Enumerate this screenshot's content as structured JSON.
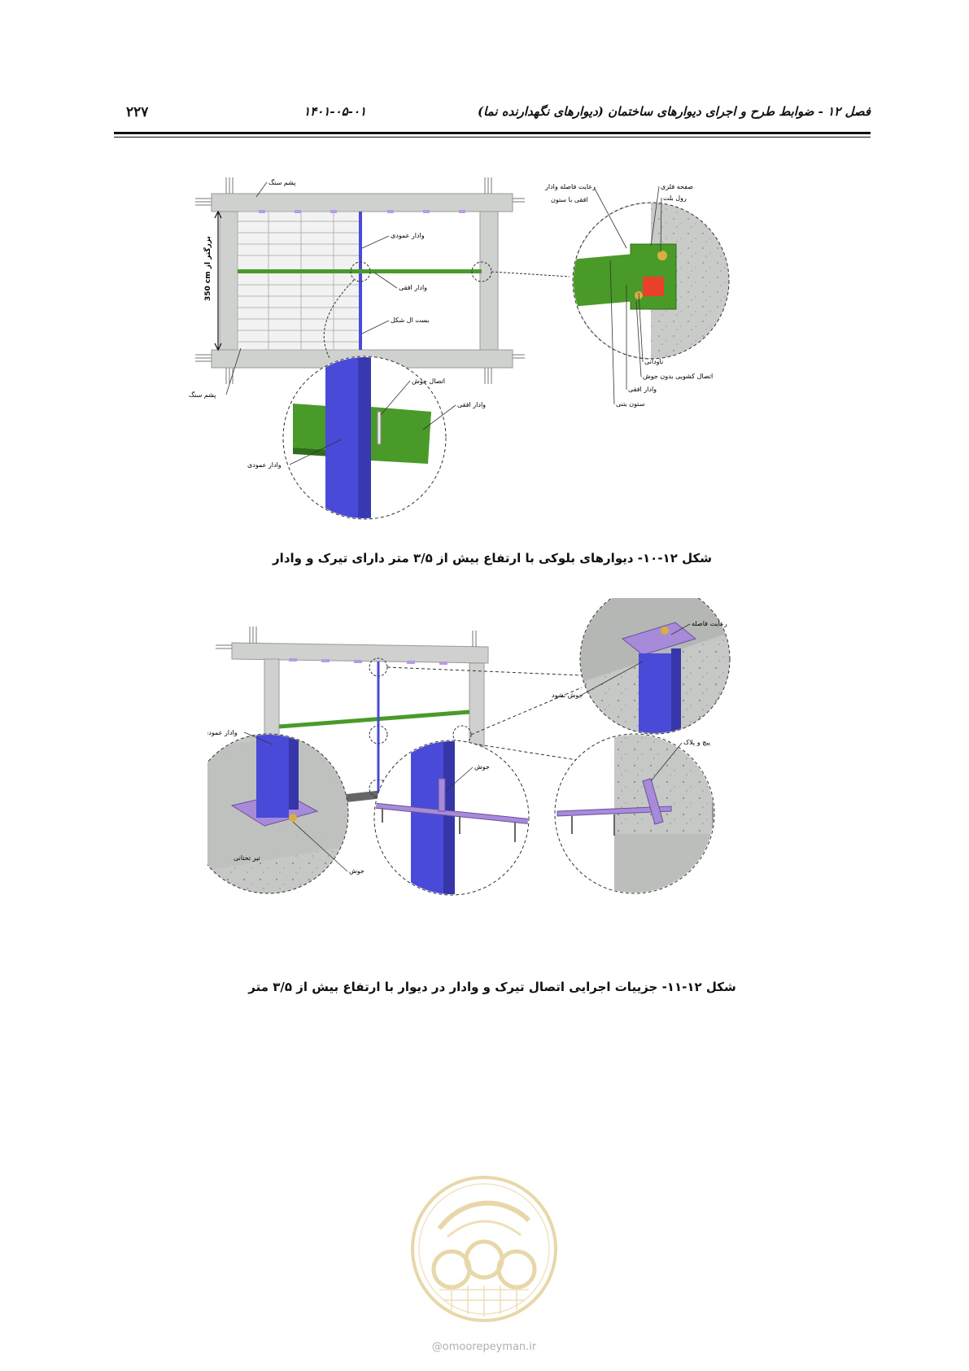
{
  "header": {
    "chapter_title": "فصل ۱۲ - ضوابط طرح و اجرای دیوارهای ساختمان (دیوارهای نگهدارنده نما)",
    "date": "۱۴۰۱-۰۵-۰۱",
    "page_number": "۲۲۷"
  },
  "figure1": {
    "caption": "شکل ۱۲-۱۰- دیوارهای بلوکی با ارتفاع بیش از ۳/۵ متر دارای تیرک و وادار",
    "labels": {
      "stone_wool_top": "پشم سنگ",
      "stone_wool_bottom": "پشم سنگ",
      "height_dim": "350 cm بزرگتر از",
      "vertical_stud": "وادار عمودی",
      "horizontal_stud": "وادار افقی",
      "l_bracket": "بست ال شکل",
      "weld_joint": "اتصال جوش",
      "horizontal_stud_detail": "وادار افقی",
      "vertical_stud_detail": "وادار عمودی",
      "spacing_note_1": "رعایت فاصله وادار",
      "spacing_note_2": "افقی با ستون",
      "metal_plate": "صفحه فلزی",
      "rawl_bolt": "رول بلت",
      "channel": "ناودانی",
      "slip_joint": "اتصال کشویی بدون جوش",
      "horizontal_stud_right": "وادار افقی",
      "concrete_column": "ستون بتنی"
    }
  },
  "figure2": {
    "caption": "شکل ۱۲-۱۱- جزییات اجرایی اتصال تیرک و وادار در دیوار با ارتفاع بیش از ۳/۵ متر",
    "labels": {
      "spacing": "رعایت فاصله",
      "no_weld": "جوش نشود",
      "vertical_stud": "وادار عمودی",
      "weld_mid": "جوش",
      "screw_plug": "پیچ و پلاک",
      "lower_beam": "تیر تحتانی",
      "weld_bottom": "جوش"
    }
  },
  "watermark": {
    "url": "@omoorepeyman.ir"
  },
  "colors": {
    "concrete": "#c9cbc8",
    "green_stud": "#4a9a2a",
    "blue_stud": "#4a4ad8",
    "purple_plate": "#a78ad8",
    "red_plate": "#e8402a",
    "watermark": "#e8d7a8"
  }
}
